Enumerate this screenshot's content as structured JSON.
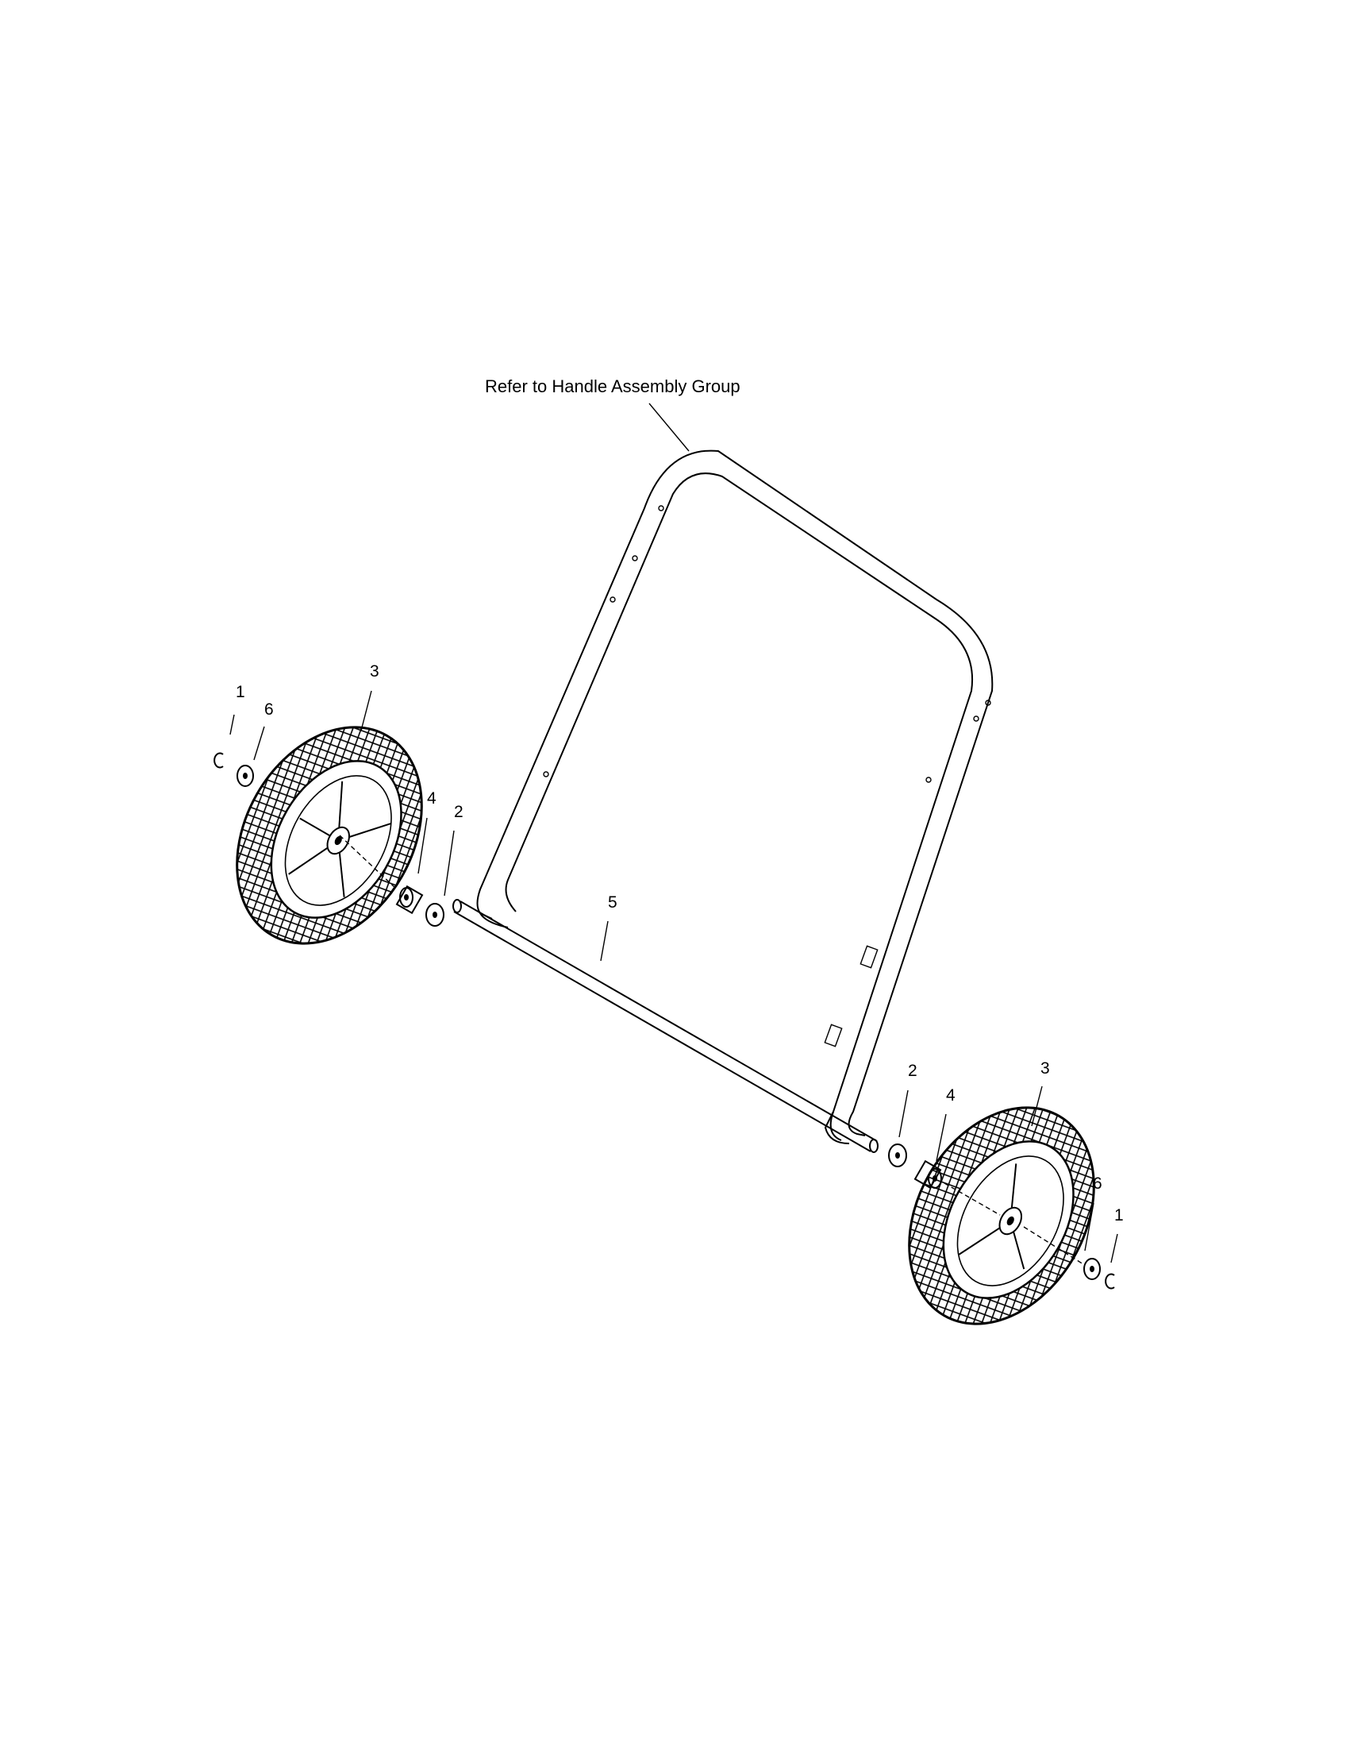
{
  "note": "Refer to Handle Assembly Group",
  "callouts": {
    "left_1": "1",
    "left_6": "6",
    "left_3": "3",
    "left_4": "4",
    "left_2": "2",
    "axle_5": "5",
    "right_2": "2",
    "right_4": "4",
    "right_3": "3",
    "right_6": "6",
    "right_1": "1"
  }
}
